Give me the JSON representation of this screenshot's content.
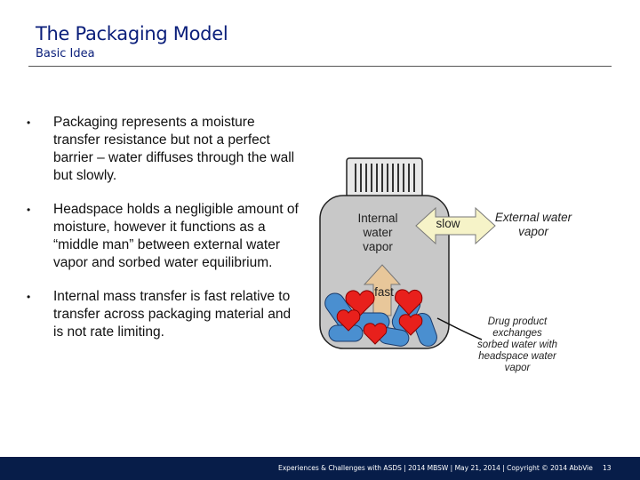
{
  "header": {
    "title": "The Packaging Model",
    "subtitle": "Basic Idea"
  },
  "bullets": [
    {
      "text": "Packaging represents a moisture transfer resistance but not a perfect barrier – water diffuses through the wall but slowly."
    },
    {
      "text": "Headspace holds a negligible amount of moisture, however it functions as a “middle man” between external water vapor and sorbed water equilibrium."
    },
    {
      "text": "Internal mass transfer is fast relative to transfer across packaging material and is not rate limiting."
    }
  ],
  "bullet_marker": "•",
  "diagram": {
    "internal_label": [
      "Internal",
      "water",
      "vapor"
    ],
    "slow_label": "slow",
    "external_label": [
      "External water",
      "vapor"
    ],
    "fast_label": "fast",
    "drug_label": [
      "Drug product",
      "exchanges",
      "sorbed water with",
      "headspace water",
      "vapor"
    ],
    "colors": {
      "bottle_fill": "#c8c8c8",
      "cap_fill": "#e8e8e8",
      "arrow_fill": "#f6f3c8",
      "fast_arrow_fill": "#e8c79a",
      "red_pill": "#e8201c",
      "blue_capsule": "#4a8fd0"
    }
  },
  "footer": {
    "text": "Experiences & Challenges with ASDS | 2014 MBSW | May 21, 2014 | Copyright © 2014 AbbVie",
    "page": "13",
    "color": "#071d49"
  }
}
